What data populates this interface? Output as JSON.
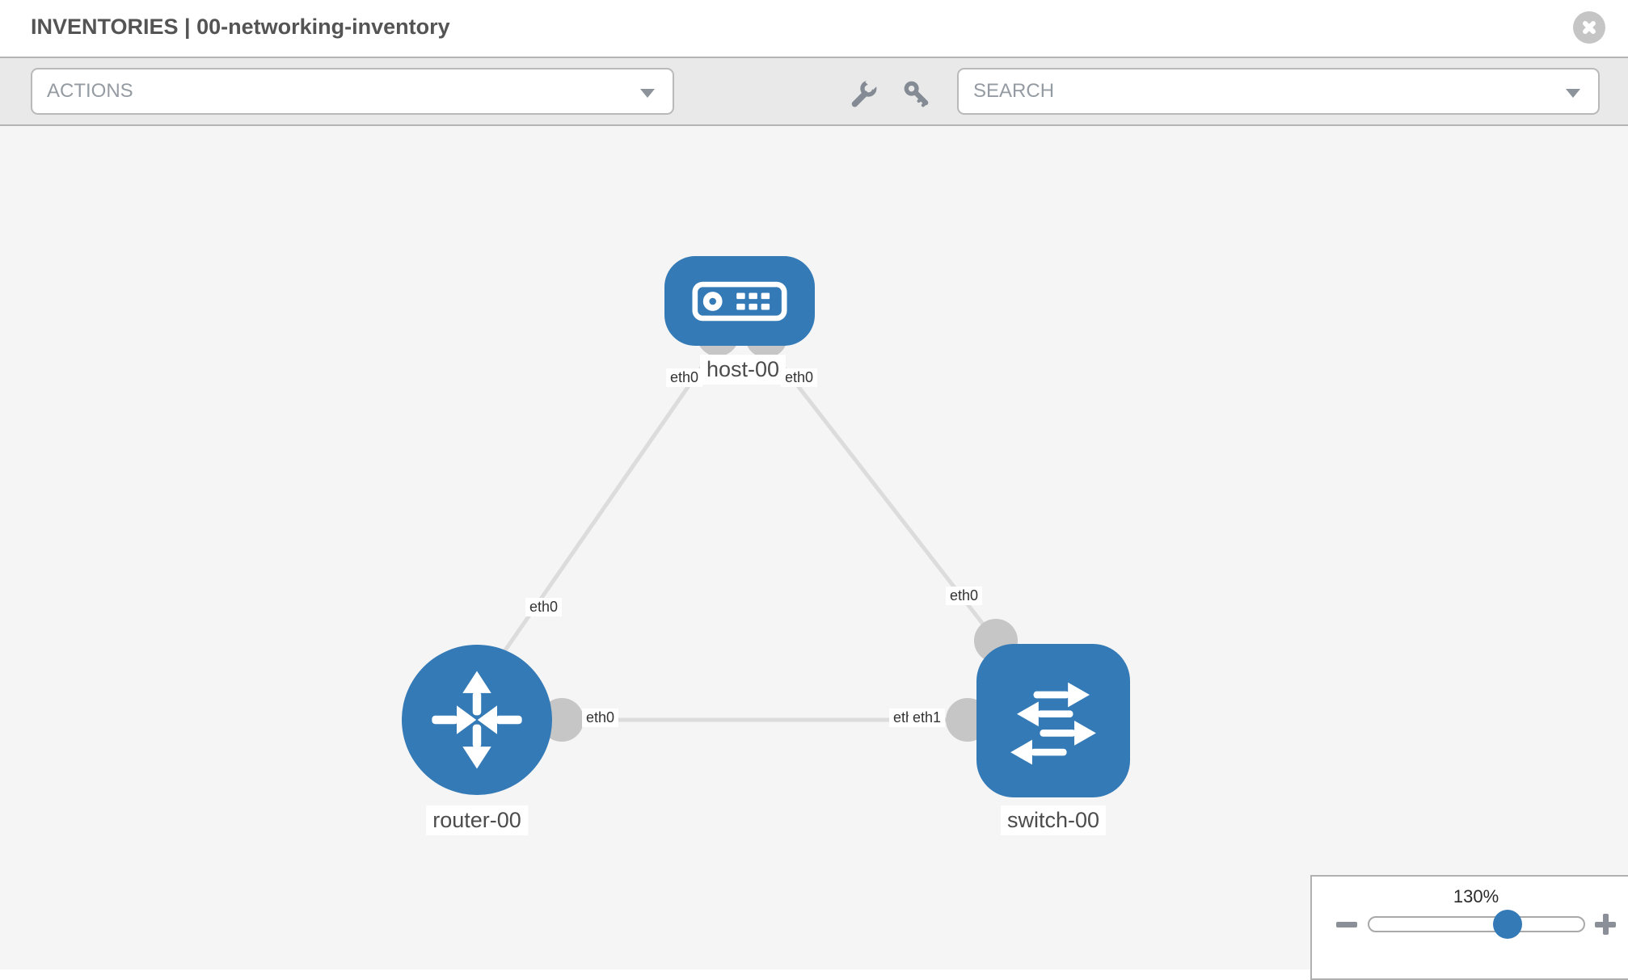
{
  "header": {
    "title": "INVENTORIES | 00-networking-inventory"
  },
  "toolbar": {
    "actions_label": "ACTIONS",
    "search_label": "SEARCH",
    "icons": [
      "wrench-icon",
      "key-icon"
    ]
  },
  "colors": {
    "node_blue": "#337ab7",
    "link_gray": "#dcdcdc",
    "endpoint_gray": "#c6c6c6",
    "toolbar_bg": "#e9e9e9",
    "canvas_bg": "#f5f5f5"
  },
  "topology": {
    "nodes": [
      {
        "id": "host-00",
        "type": "host",
        "label": "host-00"
      },
      {
        "id": "router-00",
        "type": "router",
        "label": "router-00"
      },
      {
        "id": "switch-00",
        "type": "switch",
        "label": "switch-00"
      }
    ],
    "links": [
      {
        "source": "host-00",
        "target": "router-00",
        "source_label": "eth0",
        "target_label": "eth0"
      },
      {
        "source": "host-00",
        "target": "switch-00",
        "source_label": "eth0",
        "target_label": "eth0"
      },
      {
        "source": "router-00",
        "target": "switch-00",
        "source_label": "eth0",
        "target_label_back": "eth0",
        "target_label_front": "eth1"
      }
    ]
  },
  "zoom_control": {
    "value": "130%"
  }
}
